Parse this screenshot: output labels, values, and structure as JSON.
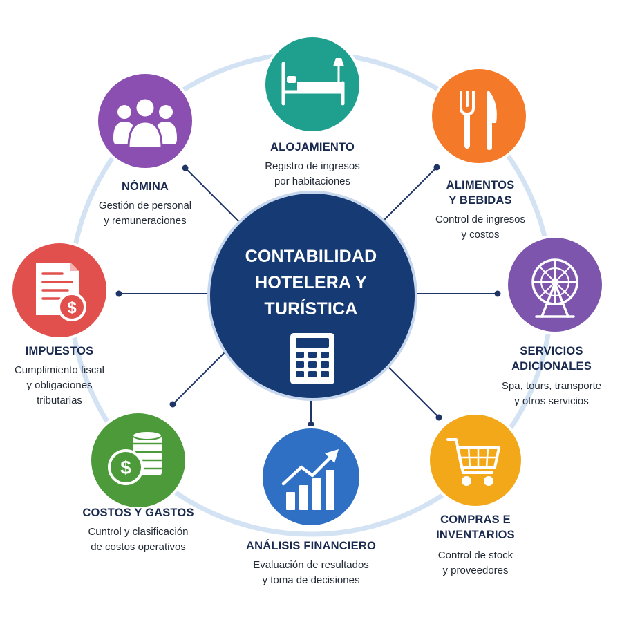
{
  "center": {
    "title_lines": [
      "CONTABILIDAD",
      "HOTELERA Y",
      "TURÍSTICA"
    ],
    "icon": "calculator-icon",
    "color": "#163a73"
  },
  "ring_color": "#cfe0f3",
  "connector_color": "#1f3566",
  "nodes": {
    "alojamiento": {
      "title_lines": [
        "ALOJAMIENTO"
      ],
      "desc_lines": [
        "Registro de ingresos",
        "por habitaciones"
      ],
      "icon": "bed-icon",
      "color": "#1fa08f"
    },
    "alimentos": {
      "title_lines": [
        "ALIMENTOS",
        "Y BEBIDAS"
      ],
      "desc_lines": [
        "Control de ingresos",
        "y costos"
      ],
      "icon": "fork-knife-icon",
      "color": "#f47a2a"
    },
    "servicios": {
      "title_lines": [
        "SERVICIOS",
        "ADICIONALES"
      ],
      "desc_lines": [
        "Spa, tours, transporte",
        "y otros servicios"
      ],
      "icon": "ferris-wheel-icon",
      "color": "#7d55ad"
    },
    "compras": {
      "title_lines": [
        "COMPRAS E",
        "INVENTARIOS"
      ],
      "desc_lines": [
        "Control de stock",
        "y proveedores"
      ],
      "icon": "shopping-cart-icon",
      "color": "#f3a81a"
    },
    "analisis": {
      "title_lines": [
        "ANÁLISIS FINANCIERO"
      ],
      "desc_lines": [
        "Evaluación de resultados",
        "y toma de decisiones"
      ],
      "icon": "growth-chart-icon",
      "color": "#2f6fc4"
    },
    "costos": {
      "title_lines": [
        "COSTOS Y GASTOS"
      ],
      "desc_lines": [
        "Cuntrol y clasificación",
        "de costos operativos"
      ],
      "icon": "coins-icon",
      "color": "#4c9a3a"
    },
    "impuestos": {
      "title_lines": [
        "IMPUESTOS"
      ],
      "desc_lines": [
        "Cumplimiento fiscal",
        "y obligaciones",
        "tributarias"
      ],
      "icon": "tax-document-icon",
      "color": "#e2504d"
    },
    "nomina": {
      "title_lines": [
        "NÓMINA"
      ],
      "desc_lines": [
        "Gestión de personal",
        "y remuneraciones"
      ],
      "icon": "people-icon",
      "color": "#8a4fb0"
    }
  }
}
